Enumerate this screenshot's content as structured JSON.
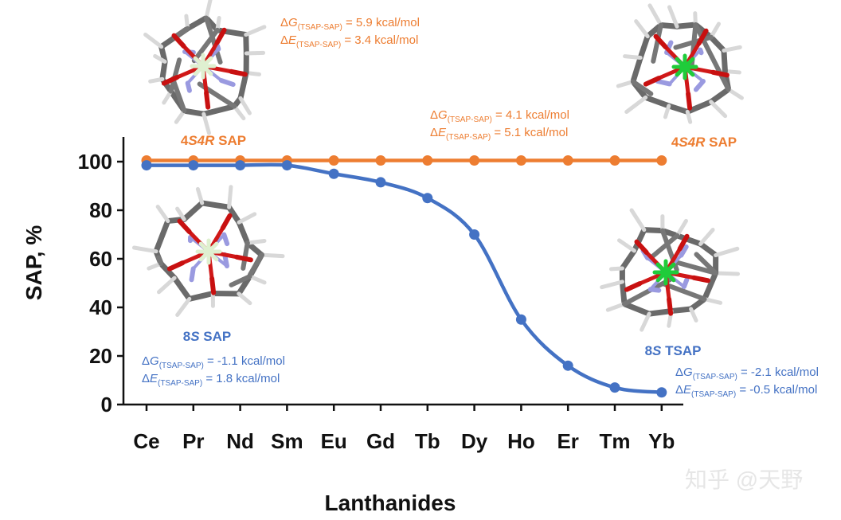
{
  "chart_data": {
    "type": "line",
    "categories": [
      "Ce",
      "Pr",
      "Nd",
      "Sm",
      "Eu",
      "Gd",
      "Tb",
      "Dy",
      "Ho",
      "Er",
      "Tm",
      "Yb"
    ],
    "xlabel": "Lanthanides",
    "ylabel": "SAP, %",
    "ylim": [
      0,
      110
    ],
    "yticks": [
      0,
      20,
      40,
      60,
      80,
      100
    ],
    "grid": false,
    "series": [
      {
        "key": "orange",
        "color": "#ed7d31",
        "values": [
          100.5,
          100.5,
          100.5,
          100.5,
          100.5,
          100.5,
          100.5,
          100.5,
          100.5,
          100.5,
          100.5,
          100.5
        ]
      },
      {
        "key": "blue",
        "color": "#4472c4",
        "values": [
          98.5,
          98.5,
          98.5,
          98.5,
          95,
          91.5,
          85,
          70,
          35,
          16,
          7,
          5
        ]
      }
    ],
    "annotations": [
      {
        "key": "a1",
        "color": "#ed7d31",
        "lines": [
          {
            "d": "Δ",
            "v": "G",
            "sub": "(TSAP-SAP)",
            "val": " = 5.9 kcal/mol"
          },
          {
            "d": "Δ",
            "v": "E",
            "sub": "(TSAP-SAP)",
            "val": " = 3.4 kcal/mol"
          }
        ]
      },
      {
        "key": "a2",
        "color": "#ed7d31",
        "lines": [
          {
            "d": "Δ",
            "v": "G",
            "sub": "(TSAP-SAP)",
            "val": "  = 4.1 kcal/mol"
          },
          {
            "d": "Δ",
            "v": "E",
            "sub": "(TSAP-SAP)",
            "val": "  = 5.1 kcal/mol"
          }
        ]
      },
      {
        "key": "a3",
        "color": "#4472c4",
        "lines": [
          {
            "d": "Δ",
            "v": "G",
            "sub": "(TSAP-SAP)",
            "val": "  = -1.1 kcal/mol"
          },
          {
            "d": "Δ",
            "v": "E",
            "sub": "(TSAP-SAP)",
            "val": "  = 1.8 kcal/mol"
          }
        ]
      },
      {
        "key": "a4",
        "color": "#4472c4",
        "lines": [
          {
            "d": "Δ",
            "v": "G",
            "sub": "(TSAP-SAP)",
            "val": "  = -2.1 kcal/mol"
          },
          {
            "d": "Δ",
            "v": "E",
            "sub": "(TSAP-SAP)",
            "val": "  = -0.5 kcal/mol"
          }
        ]
      }
    ],
    "structure_labels": [
      {
        "key": "s1",
        "color": "#ed7d31",
        "num": "4",
        "italic": "S4R",
        "rest": " SAP"
      },
      {
        "key": "s2",
        "color": "#ed7d31",
        "num": "4",
        "italic": "S4R",
        "rest": " SAP"
      },
      {
        "key": "s3",
        "color": "#4472c4",
        "num": "8",
        "italic": "S",
        "rest": " SAP"
      },
      {
        "key": "s4",
        "color": "#4472c4",
        "num": "8",
        "italic": "S",
        "rest": " TSAP"
      }
    ],
    "molecules": [
      {
        "key": "m1",
        "center_color": "#dff0d0"
      },
      {
        "key": "m2",
        "center_color": "#1fcc3a"
      },
      {
        "key": "m3",
        "center_color": "#dff0d0"
      },
      {
        "key": "m4",
        "center_color": "#1fcc3a"
      }
    ]
  },
  "watermark": "知乎 @天野"
}
